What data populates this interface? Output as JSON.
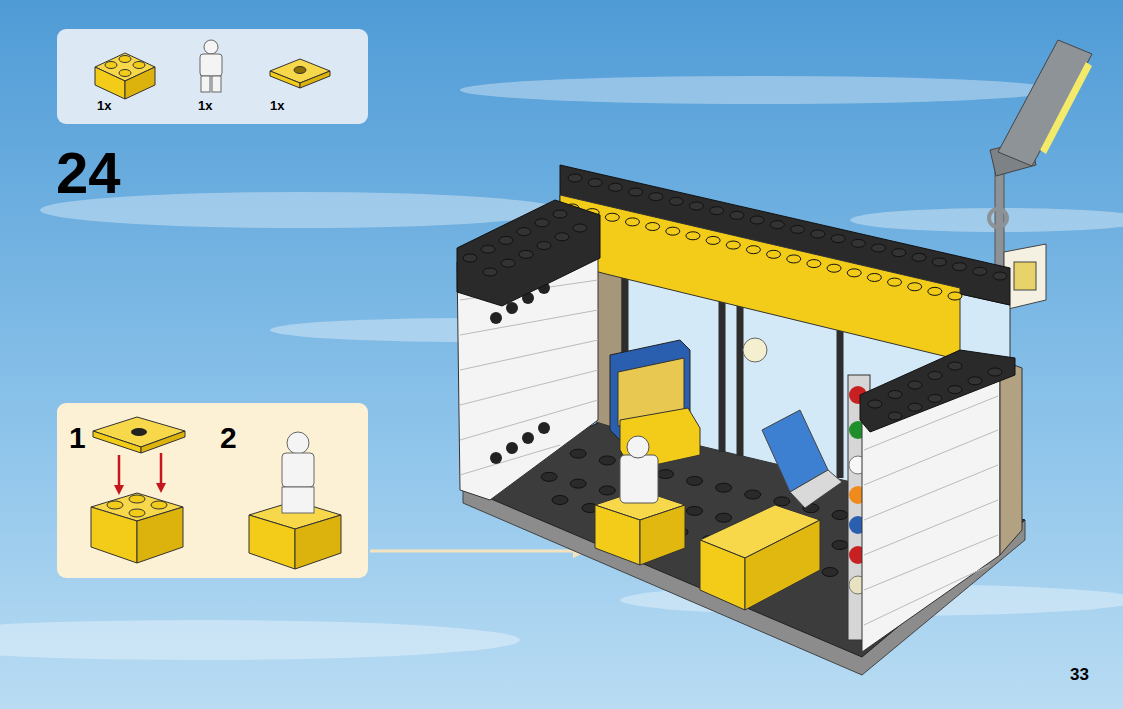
{
  "diagram": {
    "nodes": [
      {
        "text": [
          "1x",
          "1x",
          "1x"
        ]
      },
      {
        "text": [
          "1",
          "2"
        ]
      }
    ],
    "labels": [
      "24",
      "33"
    ]
  }
}
